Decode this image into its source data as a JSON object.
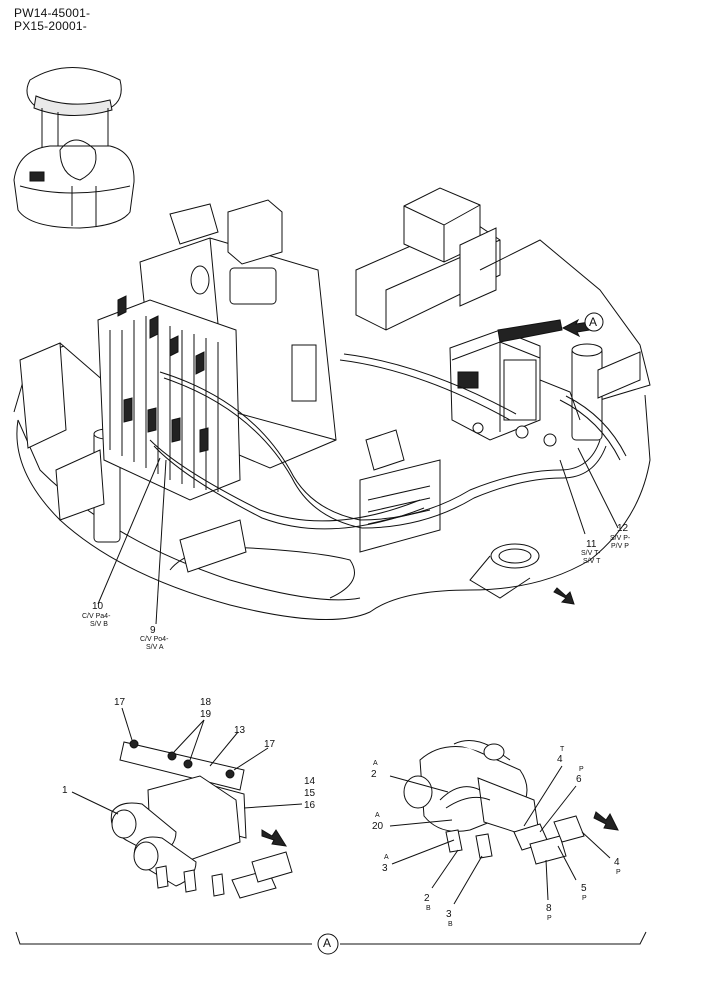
{
  "serials": [
    "PW14-45001-",
    "PX15-20001-"
  ],
  "view_marker": "A",
  "upper_callouts": [
    {
      "num": "10",
      "lines": [
        "C/V Pa4-",
        "S/V B"
      ]
    },
    {
      "num": "9",
      "lines": [
        "C/V Po4-",
        "S/V A"
      ]
    },
    {
      "num": "11",
      "lines": [
        "S/V T-",
        "S/V T"
      ]
    },
    {
      "num": "12",
      "lines": [
        "S/V P-",
        "P/V P"
      ]
    }
  ],
  "left_callouts": [
    "17",
    "18",
    "19",
    "13",
    "17",
    "1",
    "14",
    "15",
    "16"
  ],
  "right_callouts": [
    {
      "num": "2",
      "port": "A"
    },
    {
      "num": "20",
      "port": "A"
    },
    {
      "num": "3",
      "port": "A"
    },
    {
      "num": "4",
      "port": "T"
    },
    {
      "num": "6",
      "port": "P"
    },
    {
      "num": "2",
      "port": "B"
    },
    {
      "num": "3",
      "port": "B"
    },
    {
      "num": "8",
      "port": "P"
    },
    {
      "num": "5",
      "port": "P"
    },
    {
      "num": "4",
      "port": "P"
    }
  ]
}
